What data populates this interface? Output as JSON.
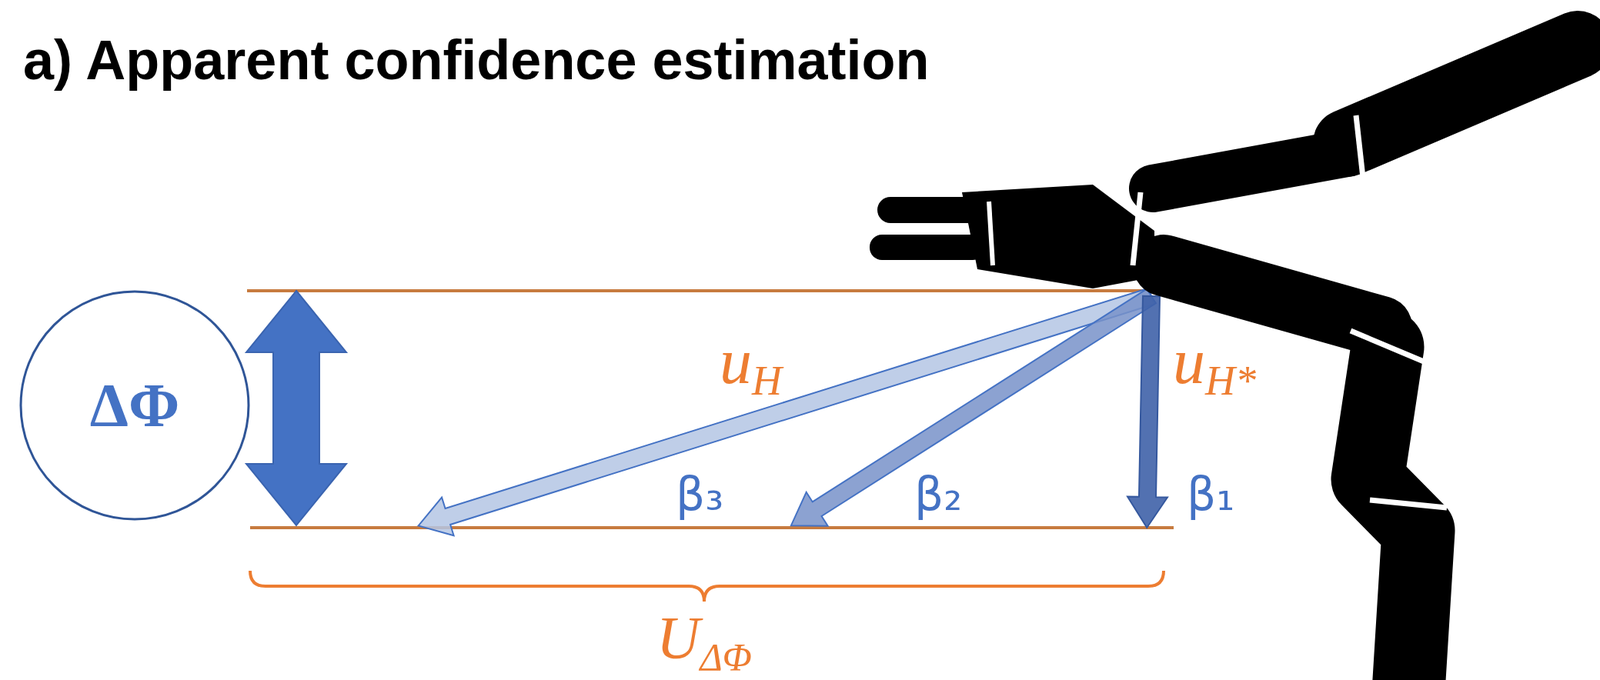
{
  "diagram": {
    "title": "a) Apparent confidence estimation",
    "nodes": [
      {
        "text": [
          "ΔΦ"
        ]
      }
    ],
    "labels": [
      "uH",
      "uH*",
      "β₃",
      "β₂",
      "β₁",
      "UΔΦ"
    ]
  }
}
